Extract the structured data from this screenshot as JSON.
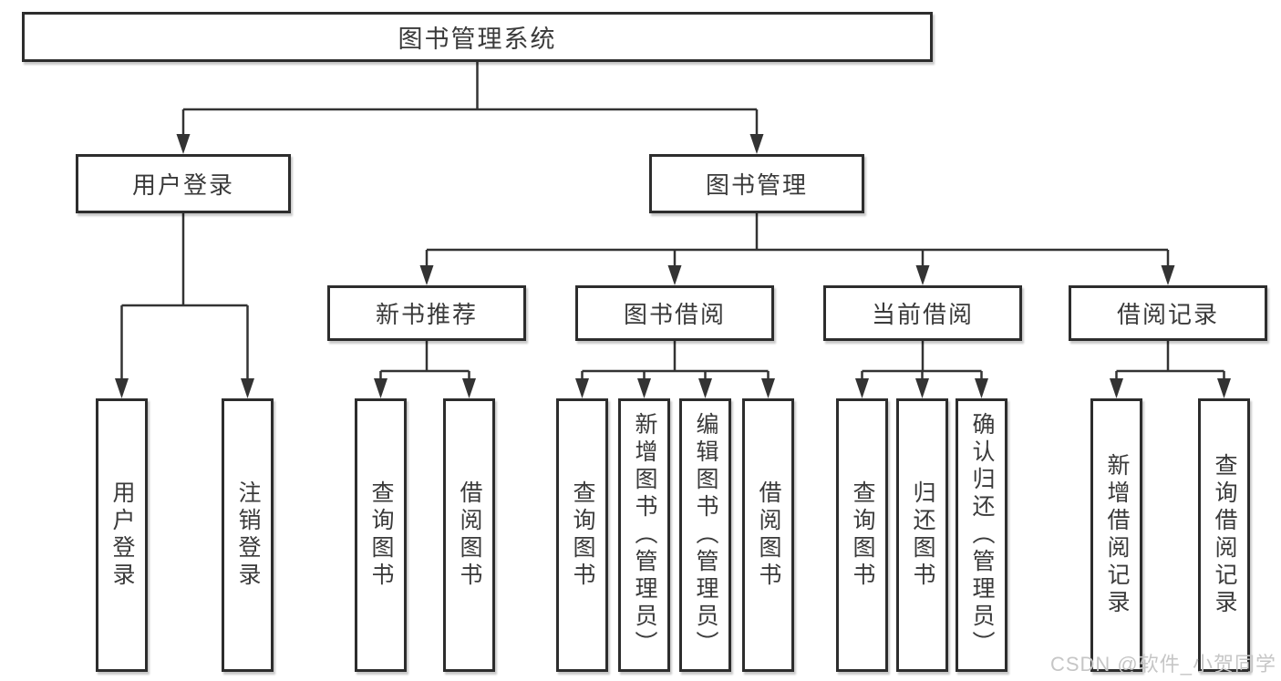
{
  "diagram": {
    "title": "图书管理系统",
    "root": {
      "label": "图书管理系统",
      "children": [
        {
          "label": "用户登录",
          "children": [
            {
              "label": "用户登录"
            },
            {
              "label": "注销登录"
            }
          ]
        },
        {
          "label": "图书管理",
          "children": [
            {
              "label": "新书推荐",
              "children": [
                {
                  "label": "查询图书"
                },
                {
                  "label": "借阅图书"
                }
              ]
            },
            {
              "label": "图书借阅",
              "children": [
                {
                  "label": "查询图书"
                },
                {
                  "label": "新增图书（管理员）"
                },
                {
                  "label": "编辑图书（管理员）"
                },
                {
                  "label": "借阅图书"
                }
              ]
            },
            {
              "label": "当前借阅",
              "children": [
                {
                  "label": "查询图书"
                },
                {
                  "label": "归还图书"
                },
                {
                  "label": "确认归还（管理员）"
                }
              ]
            },
            {
              "label": "借阅记录",
              "children": [
                {
                  "label": "新增借阅记录"
                },
                {
                  "label": "查询借阅记录"
                }
              ]
            }
          ]
        }
      ]
    }
  },
  "watermark": "CSDN @软件_小贺同学",
  "colors": {
    "background": "#ffffff",
    "line": "#333333",
    "box_border": "#2d2d2d",
    "text": "#3a3a3a",
    "watermark": "#c6c6c6"
  }
}
